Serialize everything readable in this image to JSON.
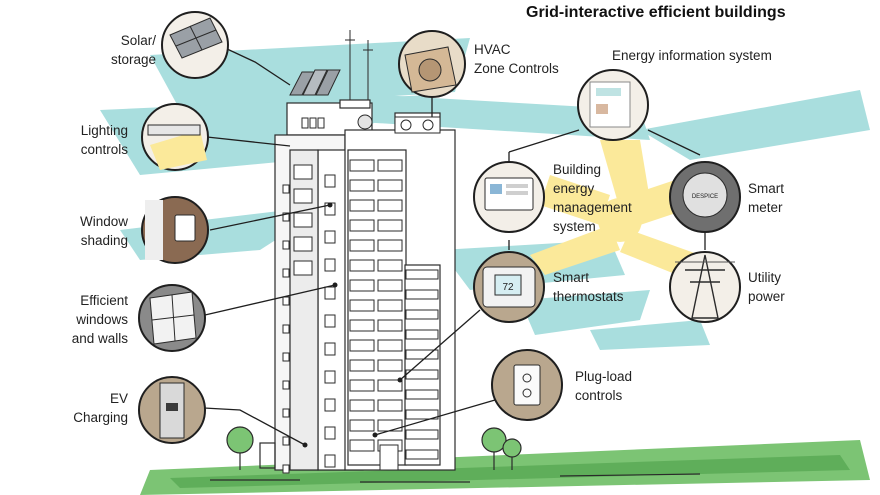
{
  "title": "Grid-interactive efficient buildings",
  "labels": {
    "solar": [
      "Solar/",
      "storage"
    ],
    "lighting": [
      "Lighting",
      "controls"
    ],
    "window": [
      "Window",
      "shading"
    ],
    "efficient": [
      "Efficient",
      "windows",
      "and walls"
    ],
    "ev": [
      "EV",
      "Charging"
    ],
    "hvac": [
      "HVAC",
      "Zone Controls"
    ],
    "eis": [
      "Energy information system"
    ],
    "bems": [
      "Building",
      "energy",
      "management",
      "system"
    ],
    "smart_meter": [
      "Smart",
      "meter"
    ],
    "thermostat": [
      "Smart",
      "thermostats"
    ],
    "utility": [
      "Utility",
      "power"
    ],
    "plug": [
      "Plug-load",
      "controls"
    ]
  },
  "thermostat_display": "72",
  "meter_display": "DESPICE",
  "colors": {
    "sky": "#a9dede",
    "flow": "#fbe99a",
    "ground": "#7cc474",
    "circle_bg": "#f3efe8",
    "building_line": "#2b2b2b",
    "wall_shade": "#d8d8d8"
  }
}
